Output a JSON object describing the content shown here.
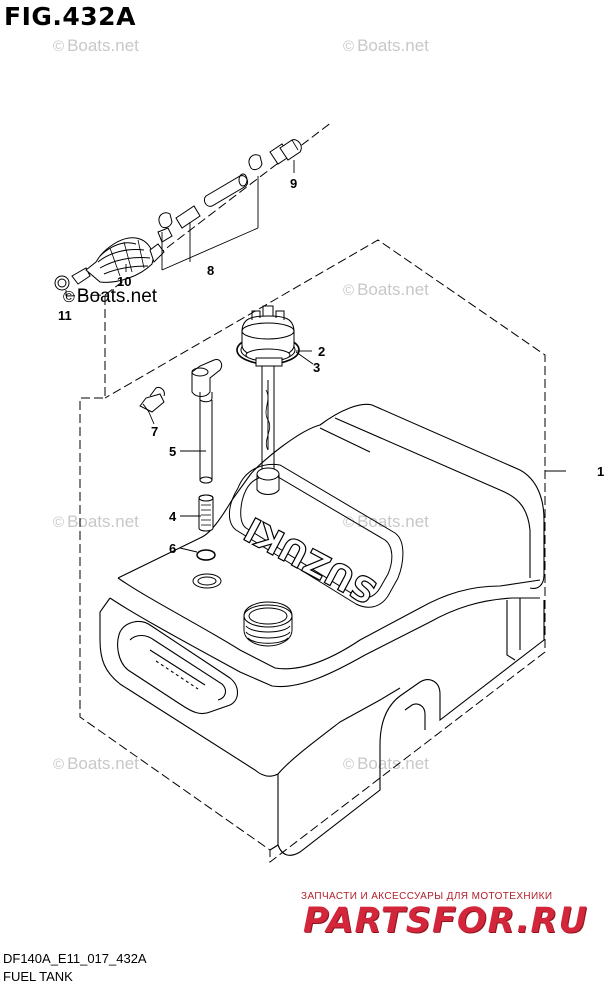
{
  "figure": {
    "title": "FIG.432A",
    "code": "DF140A_E11_017_432A",
    "name": "FUEL TANK"
  },
  "watermark": {
    "symbol": "©",
    "text": "Boats.net"
  },
  "tank": {
    "brand_text": "SUZUKI"
  },
  "callouts": {
    "c1": "1",
    "c2": "2",
    "c3": "3",
    "c4": "4",
    "c5": "5",
    "c6": "6",
    "c7": "7",
    "c8": "8",
    "c9": "9",
    "c10": "10",
    "c11": "11"
  },
  "shop": {
    "subtitle": "ЗАПЧАСТИ И АКСЕССУАРЫ ДЛЯ МОТОТЕХНИКИ",
    "logo": "PARTSFOR.RU"
  }
}
